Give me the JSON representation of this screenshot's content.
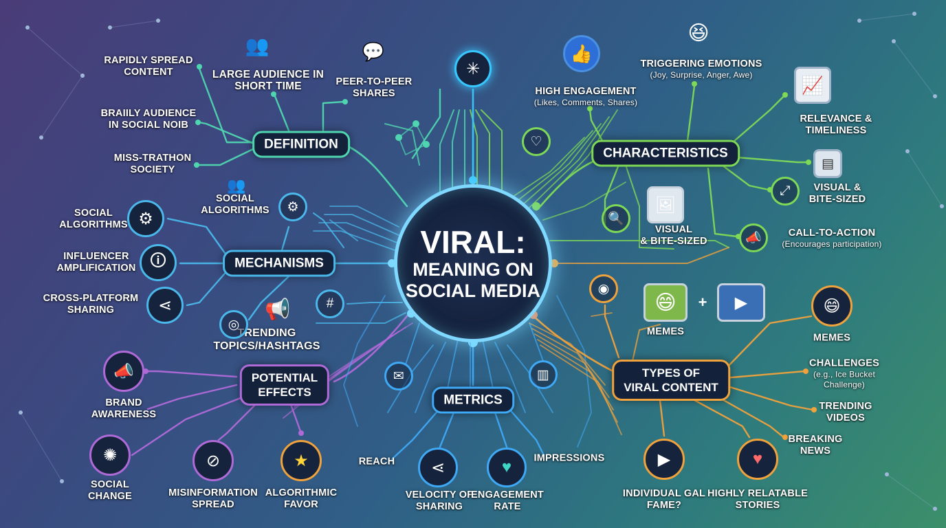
{
  "center": {
    "line1": "VIRAL:",
    "line2": "MEANING ON",
    "line3": "SOCIAL MEDIA"
  },
  "colors": {
    "definition": "#4fd6b0",
    "characteristics": "#7ed957",
    "mechanisms": "#4ab8ea",
    "effects": "#b06ad8",
    "metrics": "#3fa9f5",
    "types": "#f0a23c",
    "core": "#7fd8ff"
  },
  "hubs": {
    "definition": "DEFINITION",
    "characteristics": "CHARACTERISTICS",
    "mechanisms": "MECHANISMS",
    "effects_line1": "POTENTIAL",
    "effects_line2": "EFFECTS",
    "metrics": "METRICS",
    "types_line1": "TYPES OF",
    "types_line2": "VIRAL CONTENT"
  },
  "definition": {
    "rapid_1": "RAPIDLY SPREAD",
    "rapid_2": "CONTENT",
    "audience_1": "LARGE AUDIENCE IN",
    "audience_2": "SHORT TIME",
    "p2p_1": "PEER-TO-PEER",
    "p2p_2": "SHARES",
    "braiily_1": "BRAIILY AUDIENCE",
    "braiily_2": "IN SOCIAL NOIB",
    "miss_1": "MISS-TRATHON",
    "miss_2": "SOCIETY"
  },
  "characteristics": {
    "engagement_1": "HIGH ENGAGEMENT",
    "engagement_sub": "(Likes, Comments, Shares)",
    "emotions_1": "TRIGGERING EMOTIONS",
    "emotions_sub": "(Joy, Surprise, Anger, Awe)",
    "relevance_1": "RELEVANCE &",
    "relevance_2": "TIMELINESS",
    "visual_r_1": "VISUAL &",
    "visual_r_2": "BITE-SIZED",
    "visual_c_1": "VISUAL",
    "visual_c_2": "& BITE-SIZED",
    "cta_1": "CALL-TO-ACTION",
    "cta_sub": "(Encourages participation)"
  },
  "mechanisms": {
    "social_alg_1": "SOCIAL",
    "social_alg_2": "ALGORITHMS",
    "social_alg_mid_1": "SOCIAL",
    "social_alg_mid_2": "ALGORITHMS",
    "influencer_1": "INFLUENCER",
    "influencer_2": "AMPLIFICATION",
    "cross_1": "CROSS-PLATFORM",
    "cross_2": "SHARING",
    "trending_1": "TRENDING",
    "trending_2": "TOPICS/HASHTAGS"
  },
  "effects": {
    "brand_1": "BRAND",
    "brand_2": "AWARENESS",
    "social_1": "SOCIAL",
    "social_2": "CHANGE",
    "misinfo_1": "MISINFORMATION",
    "misinfo_2": "SPREAD",
    "algo_1": "ALGORITHMIC",
    "algo_2": "FAVOR"
  },
  "metrics": {
    "reach": "REACH",
    "impressions": "IMPRESSIONS",
    "velocity_1": "VELOCITY OF",
    "velocity_2": "SHARING",
    "engagement_1": "ENGAGEMENT",
    "engagement_2": "RATE"
  },
  "types": {
    "memes_mid": "MEMES",
    "memes_right": "MEMES",
    "challenges_1": "CHALLENGES",
    "challenges_sub1": "(e.g., Ice Bucket",
    "challenges_sub2": "Challenge)",
    "trending_1": "TRENDING",
    "trending_2": "VIDEOS",
    "breaking_1": "BREAKING",
    "breaking_2": "NEWS",
    "individual_1": "INDIVIDUAL GAL",
    "individual_2": "FAME?",
    "relatable_1": "HIGHLY RELATABLE",
    "relatable_2": "STORIES"
  },
  "icons": {
    "crowd": "crowd-icon",
    "chat": "chat-bubbles-icon",
    "network_node": "network-node-icon",
    "like": "thumbs-up-icon",
    "emoji": "emoji-faces-icon",
    "growth": "growth-chart-icon",
    "screens": "screens-icon",
    "expand": "expand-arrows-icon",
    "megaphone": "megaphone-icon",
    "gear": "gear-icon",
    "person": "person-spotlight-icon",
    "share": "share-icon",
    "hashtag": "hashtag-icon",
    "wifi": "signal-icon",
    "heart": "heart-icon",
    "camera": "camera-icon",
    "search": "search-icon",
    "image": "image-icon",
    "video": "video-icon",
    "star": "star-badge-icon",
    "globe": "globe-crossed-icon",
    "people_circle": "people-circle-icon",
    "mail": "mail-icon",
    "bars": "bar-chart-icon",
    "brain": "head-heart-icon"
  }
}
